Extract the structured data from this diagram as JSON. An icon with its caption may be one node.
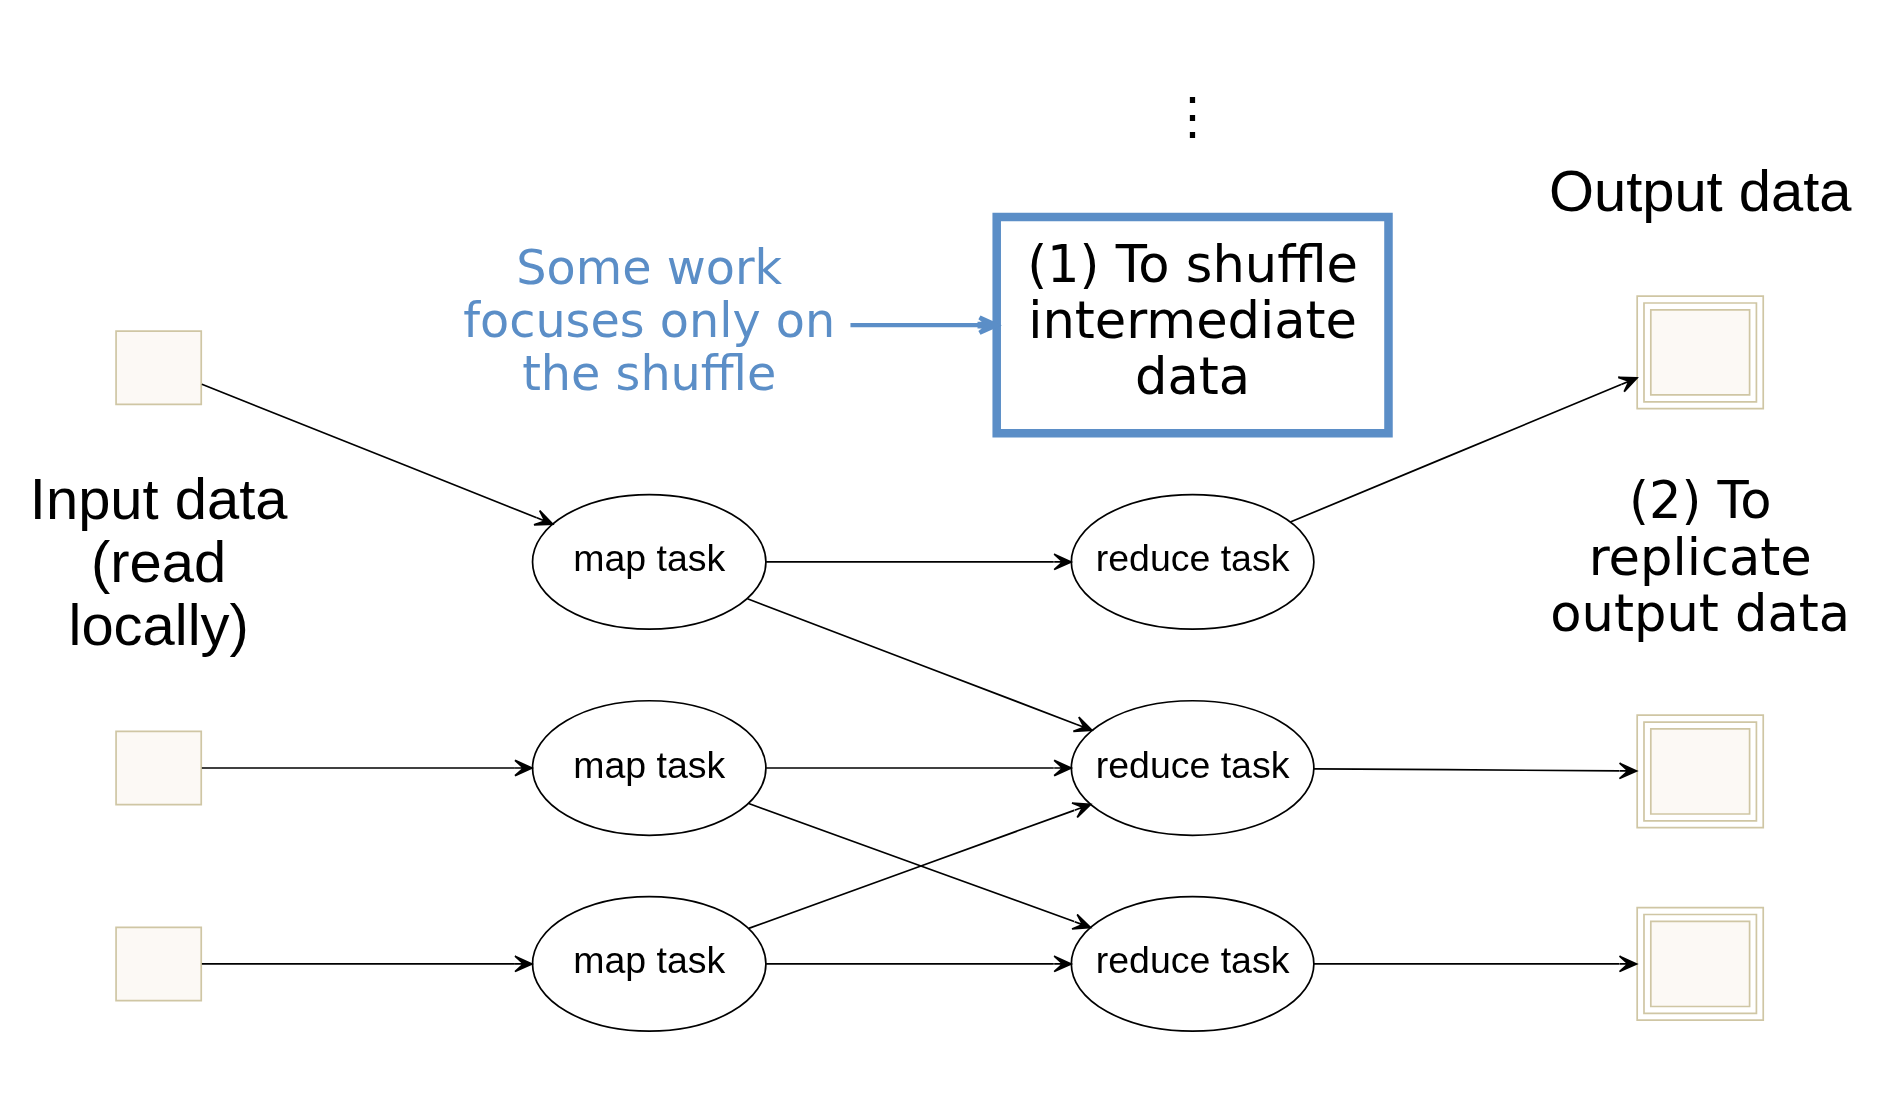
{
  "diagram": {
    "nodes": [
      {
        "text": [],
        "shape": "box"
      },
      {
        "text": [],
        "shape": "box"
      },
      {
        "text": [],
        "shape": "box"
      },
      {
        "text": [
          "map task"
        ]
      },
      {
        "text": [
          "map task"
        ]
      },
      {
        "text": [
          "map task"
        ]
      },
      {
        "text": [
          "reduce task"
        ]
      },
      {
        "text": [
          "reduce task"
        ]
      },
      {
        "text": [
          "reduce task"
        ]
      },
      {
        "text": [],
        "shape": "box"
      },
      {
        "text": [],
        "shape": "box"
      },
      {
        "text": [],
        "shape": "box"
      },
      {
        "text": [
          "(1) To shuffle intermediate data"
        ]
      },
      {
        "text": [
          "Some work focuses only on the shuffle"
        ]
      }
    ],
    "edges": [
      {
        "from": 0,
        "to": 3,
        "arrow": "to"
      },
      {
        "from": 1,
        "to": 4,
        "arrow": "to"
      },
      {
        "from": 2,
        "to": 5,
        "arrow": "to"
      },
      {
        "from": 3,
        "to": 6,
        "arrow": "to"
      },
      {
        "from": 3,
        "to": 7,
        "arrow": "to"
      },
      {
        "from": 4,
        "to": 7,
        "arrow": "to"
      },
      {
        "from": 4,
        "to": 8,
        "arrow": "to"
      },
      {
        "from": 5,
        "to": 7,
        "arrow": "to"
      },
      {
        "from": 5,
        "to": 8,
        "arrow": "to"
      },
      {
        "from": 6,
        "to": 9,
        "arrow": "to"
      },
      {
        "from": 7,
        "to": 10,
        "arrow": "to"
      },
      {
        "from": 8,
        "to": 11,
        "arrow": "to"
      },
      {
        "from": 13,
        "to": 12,
        "arrow": "to",
        "color": "#5b8ec7"
      }
    ],
    "labels": [
      "Input data (read locally)",
      "Output data",
      "⋮",
      "(2) To replicate output data"
    ]
  }
}
